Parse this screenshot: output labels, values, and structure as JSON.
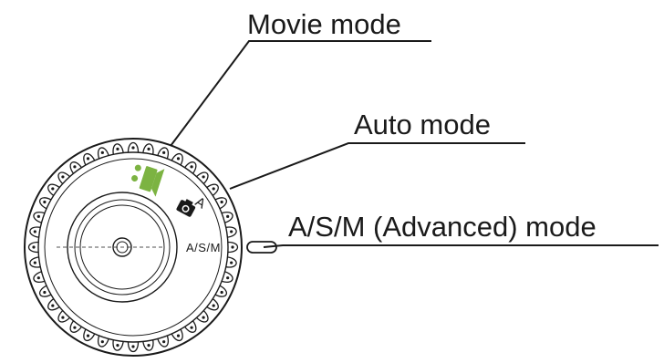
{
  "callouts": {
    "movie": "Movie mode",
    "auto": "Auto mode",
    "advanced": "A/S/M (Advanced) mode"
  },
  "dial": {
    "asm_mark": "A/S/M",
    "auto_mark": "A",
    "movie_icon": "movie-camera-icon",
    "auto_icon": "camera-icon",
    "accent_color": "#7cb342",
    "line_color": "#1a1a1a"
  }
}
